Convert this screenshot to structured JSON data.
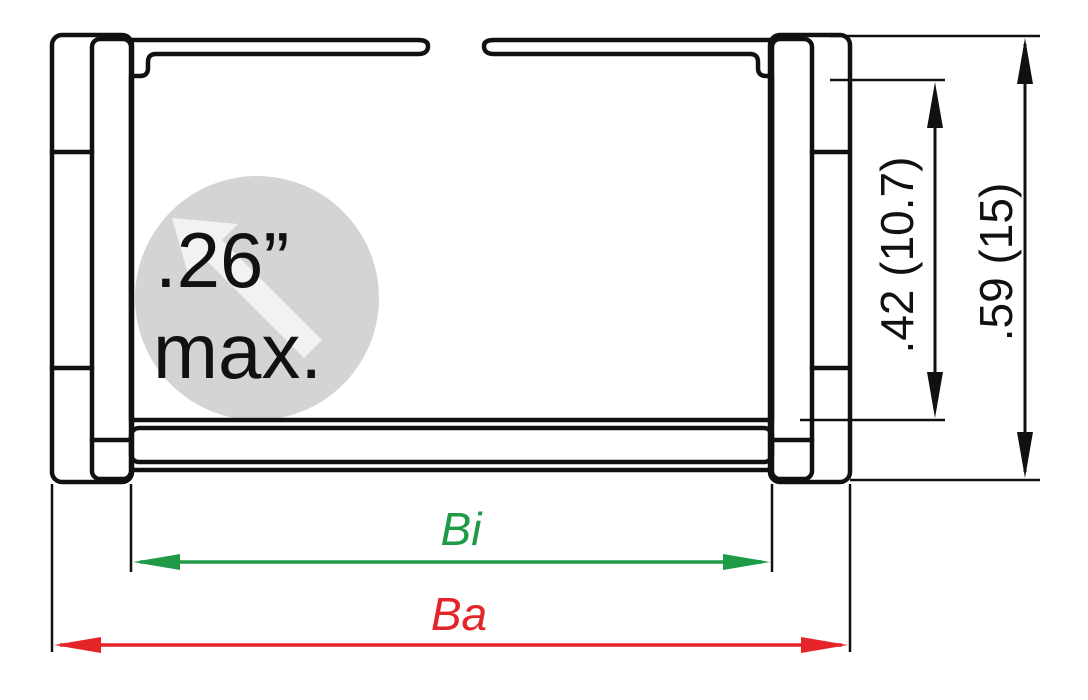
{
  "colors": {
    "line": "#111111",
    "inner_width": "#1f9a46",
    "outer_width": "#e5242a",
    "badge_fill": "#d4d4d4",
    "badge_arrow": "#f2f2f2"
  },
  "badge": {
    "line1": ".26”",
    "line2": "max."
  },
  "dimensions": {
    "inner_height": ".42 (10.7)",
    "outer_height": ".59 (15)",
    "inner_width": "Bi",
    "outer_width": "Ba"
  }
}
